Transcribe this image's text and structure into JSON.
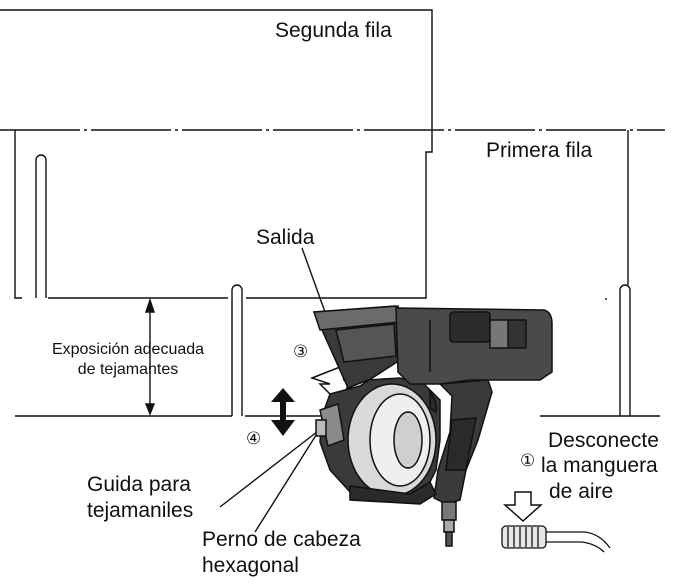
{
  "labels": {
    "second_row": "Segunda fila",
    "first_row": "Primera fila",
    "outlet": "Salida",
    "exposure_line1": "Exposición adecuada",
    "exposure_line2": "de tejamantes",
    "guide_line1": "Guida para",
    "guide_line2": "tejamaniles",
    "bolt_line1": "Perno de cabeza",
    "bolt_line2": "hexagonal",
    "disconnect_line1": "Desconecte",
    "disconnect_line2": "la manguera",
    "disconnect_line3": "de aire"
  },
  "steps": {
    "step1": "①",
    "step3": "③",
    "step4": "④"
  },
  "icons": [
    "double-arrow-icon",
    "push-arrow-icon",
    "down-arrow-icon",
    "air-coupler-icon"
  ],
  "colors": {
    "line": "#111111",
    "tool_dark": "#2b2b2b",
    "tool_mid": "#6b6b6b",
    "tool_light": "#bdbdbd"
  }
}
